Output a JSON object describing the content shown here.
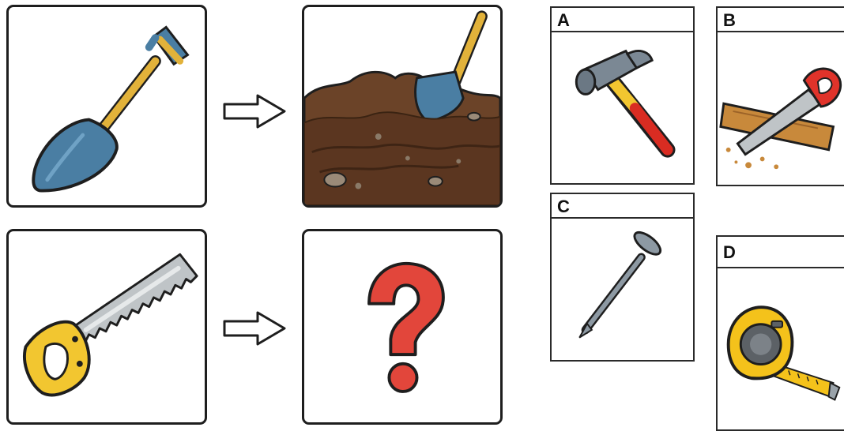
{
  "puzzle": {
    "rows": [
      {
        "source": "shovel-icon",
        "target": "digging-in-soil-icon"
      },
      {
        "source": "hand-saw-icon",
        "target": "question-mark-icon"
      }
    ],
    "options": [
      {
        "letter": "A",
        "icon": "hammer-icon"
      },
      {
        "letter": "B",
        "icon": "saw-cutting-wood-icon"
      },
      {
        "letter": "C",
        "icon": "nail-icon"
      },
      {
        "letter": "D",
        "icon": "tape-measure-icon"
      }
    ]
  },
  "colors": {
    "outline": "#1e1e1e",
    "shovel_blade": "#4a7ea3",
    "handle_yellow": "#e2b23a",
    "soil": "#6b4328",
    "soil_dark": "#4b2c18",
    "question_red": "#e2463b",
    "saw_handle": "#f2c630",
    "saw_blade": "#bfc4c7",
    "hammer_red": "#d92c22",
    "tape_yellow": "#f4c21b"
  }
}
